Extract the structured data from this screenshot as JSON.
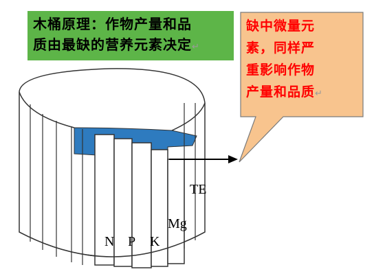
{
  "title": {
    "line1": "木桶原理：作物产量和品",
    "line2": "质由最缺的营养元素决定",
    "mark": "↵"
  },
  "callout": {
    "line1": "缺中微量元",
    "line2": "素，同样严",
    "line3": "重影响作物",
    "line4": "产量和品质",
    "mark": "↵"
  },
  "staves": {
    "n": "N",
    "p": "P",
    "k": "K",
    "mg": "Mg",
    "te": "TE"
  },
  "colors": {
    "title_bg": "#5db548",
    "callout_bg": "#f8c48e",
    "callout_text": "#ff0000",
    "water": "#2e7bbf",
    "outline": "#333333"
  }
}
